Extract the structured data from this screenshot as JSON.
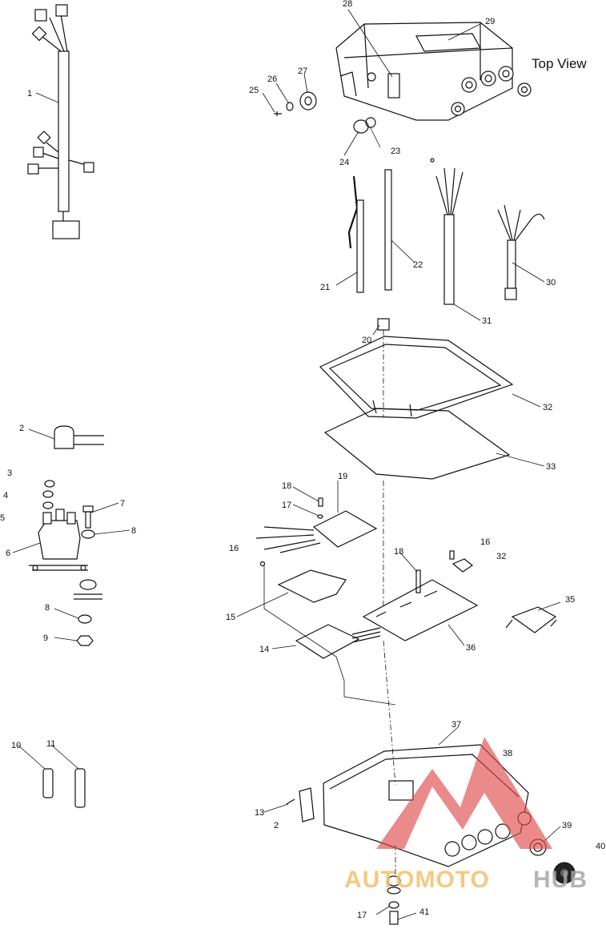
{
  "diagram": {
    "view_label": "Top View",
    "part_numbers": [
      "1",
      "2",
      "3",
      "4",
      "5",
      "6",
      "7",
      "8",
      "9",
      "8",
      "9",
      "10",
      "11",
      "13",
      "2",
      "14",
      "15",
      "16",
      "17",
      "18",
      "19",
      "18",
      "16",
      "32",
      "35",
      "36",
      "20",
      "21",
      "22",
      "23",
      "24",
      "25",
      "26",
      "27",
      "28",
      "29",
      "30",
      "31",
      "32",
      "33",
      "37",
      "38",
      "39",
      "40",
      "17",
      "41"
    ],
    "watermark": {
      "text_part1": "AUTOMOTO",
      "text_part2": "HUB",
      "color_part1": "#f3c06a",
      "color_part2": "#a7a7a7",
      "logo_color": "#e0484a"
    }
  }
}
